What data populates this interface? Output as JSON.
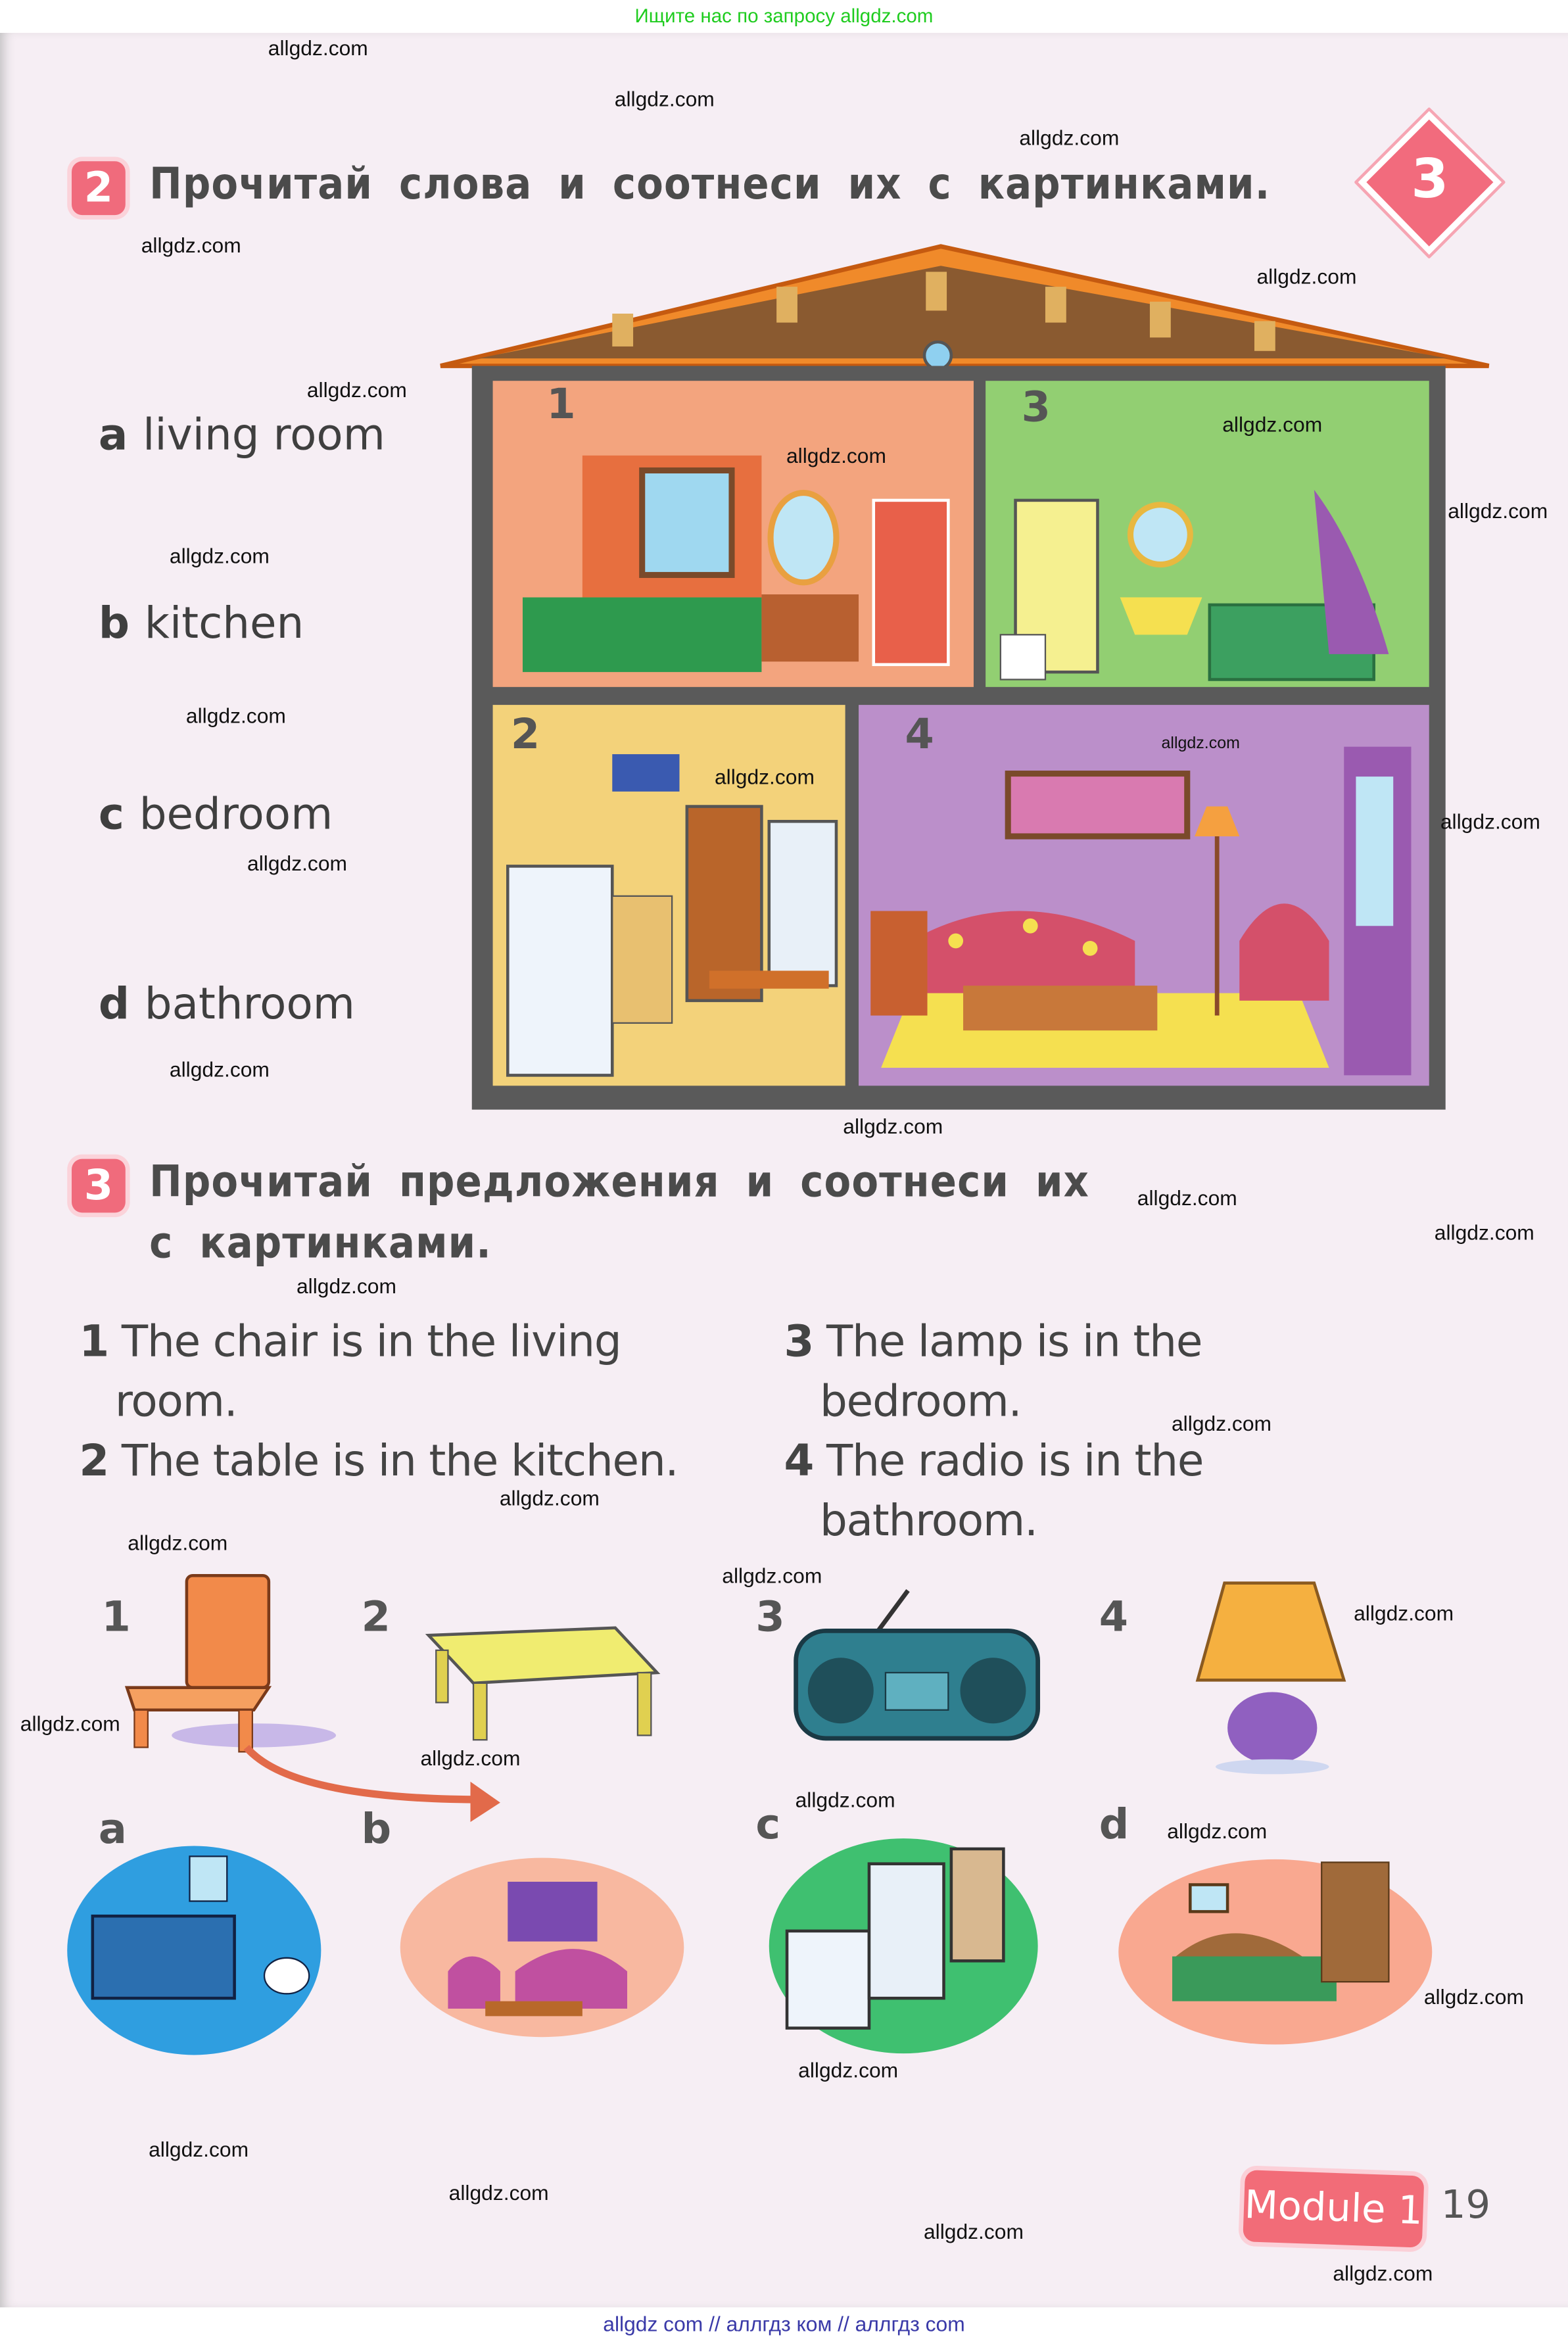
{
  "top_banner": "Ищите нас по запросу allgdz.com",
  "footer": "allgdz com  //  аллгдз ком  //  аллгдз com",
  "watermark": "allgdz.com",
  "unit_marker": "3",
  "exercise2": {
    "number": "2",
    "title": "Прочитай слова и соотнеси их с картинками.",
    "words": [
      {
        "letter": "a",
        "text": "living room"
      },
      {
        "letter": "b",
        "text": "kitchen"
      },
      {
        "letter": "c",
        "text": "bedroom"
      },
      {
        "letter": "d",
        "text": "bathroom"
      }
    ],
    "rooms": [
      "1",
      "3",
      "2",
      "4"
    ]
  },
  "exercise3": {
    "number": "3",
    "title_line1": "Прочитай предложения и соотнеси их",
    "title_line2": "с картинками.",
    "sentences": [
      {
        "n": "1",
        "line1": "The chair is in the living",
        "line2": "room."
      },
      {
        "n": "2",
        "line1": "The table is in the kitchen.",
        "line2": ""
      },
      {
        "n": "3",
        "line1": "The lamp is in the",
        "line2": "bedroom."
      },
      {
        "n": "4",
        "line1": "The radio is in the",
        "line2": "bathroom."
      }
    ],
    "objects": [
      {
        "n": "1",
        "icon": "chair"
      },
      {
        "n": "2",
        "icon": "table"
      },
      {
        "n": "3",
        "icon": "radio"
      },
      {
        "n": "4",
        "icon": "lamp"
      }
    ],
    "scenes": [
      {
        "l": "a",
        "icon": "bathroom"
      },
      {
        "l": "b",
        "icon": "living-room"
      },
      {
        "l": "c",
        "icon": "kitchen"
      },
      {
        "l": "d",
        "icon": "bedroom"
      }
    ]
  },
  "footer_badge": {
    "module": "Module 1",
    "page": "19"
  },
  "colors": {
    "accent": "#f06b7c",
    "banner": "#1fcc1f",
    "footer": "#3a3aa8"
  }
}
